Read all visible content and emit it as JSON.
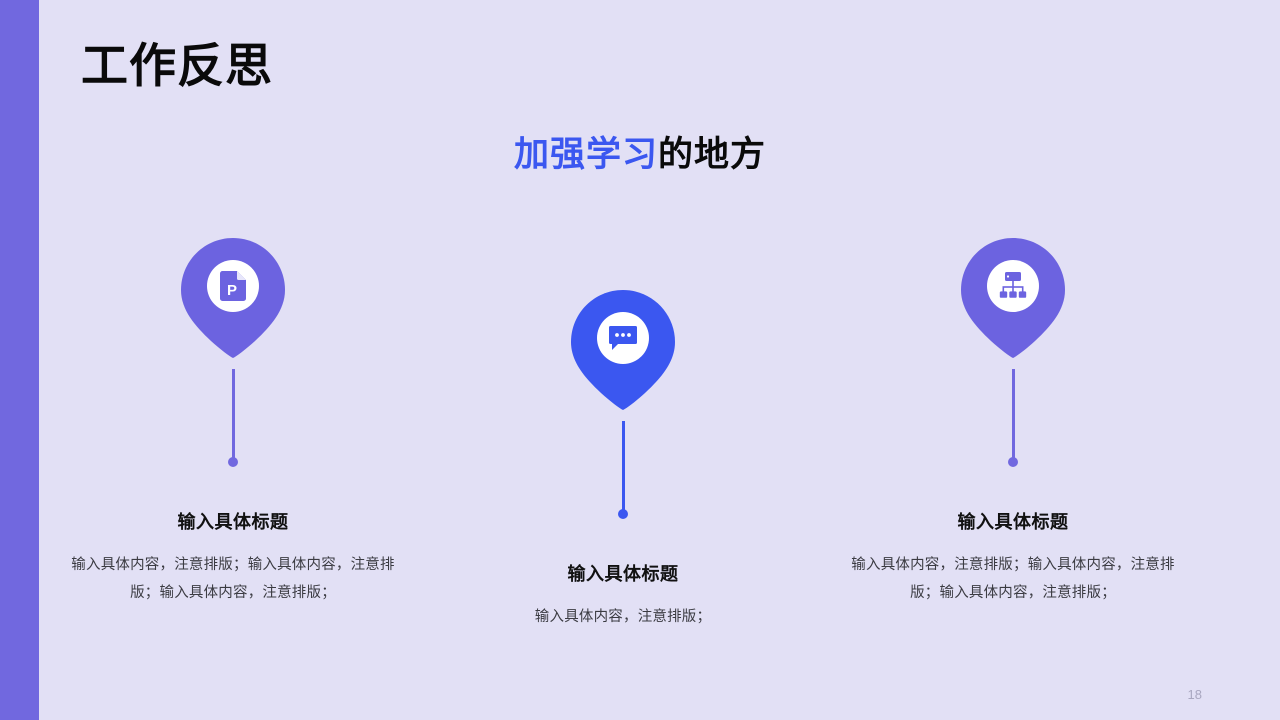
{
  "slide": {
    "page_title": "工作反思",
    "subtitle": {
      "highlight": "加强学习",
      "plain": "的地方"
    },
    "page_number": "18",
    "colors": {
      "background": "#e2e0f5",
      "accent_bar": "#7168df",
      "pin_purple": "#6c63e0",
      "pin_blue": "#3b57f0",
      "subtitle_highlight": "#3b57f0",
      "title_text": "#0a0a0a",
      "body_text": "#3b3b42",
      "page_number_text": "#a9a7c0"
    }
  },
  "columns": [
    {
      "icon": "file-p-icon",
      "pin_color": "#6c63e0",
      "title": "输入具体标题",
      "body": "输入具体内容，注意排版；输入具体内容，注意排版；输入具体内容，注意排版；"
    },
    {
      "icon": "chat-bubble-dots-icon",
      "pin_color": "#3b57f0",
      "title": "输入具体标题",
      "body": "输入具体内容，注意排版；"
    },
    {
      "icon": "sitemap-hierarchy-icon",
      "pin_color": "#6c63e0",
      "title": "输入具体标题",
      "body": "输入具体内容，注意排版；输入具体内容，注意排版；输入具体内容，注意排版；"
    }
  ]
}
